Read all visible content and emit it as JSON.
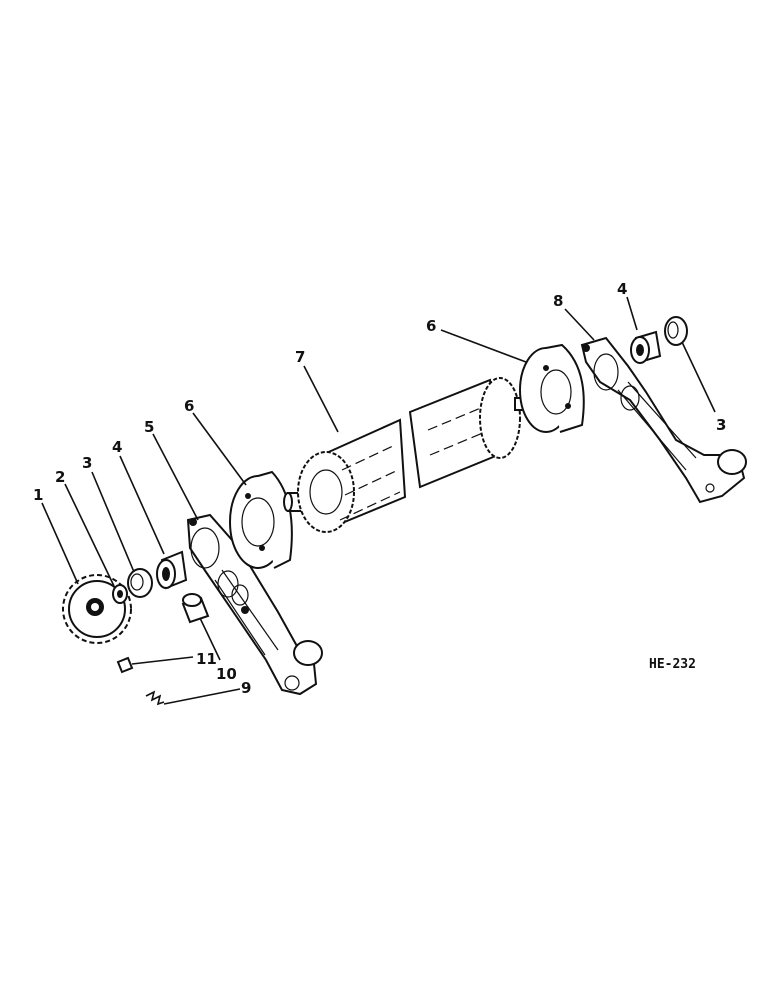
{
  "diagram": {
    "reference_code": "HE-232",
    "colors": {
      "ink": "#111111",
      "background": "#ffffff"
    },
    "callouts": [
      {
        "id": "c1",
        "label": "1"
      },
      {
        "id": "c2",
        "label": "2"
      },
      {
        "id": "c3a",
        "label": "3"
      },
      {
        "id": "c4a",
        "label": "4"
      },
      {
        "id": "c5",
        "label": "5"
      },
      {
        "id": "c6a",
        "label": "6"
      },
      {
        "id": "c7",
        "label": "7"
      },
      {
        "id": "c6b",
        "label": "6"
      },
      {
        "id": "c8",
        "label": "8"
      },
      {
        "id": "c4b",
        "label": "4"
      },
      {
        "id": "c3b",
        "label": "3"
      },
      {
        "id": "c11",
        "label": "11"
      },
      {
        "id": "c10",
        "label": "10"
      },
      {
        "id": "c9",
        "label": "9"
      }
    ]
  }
}
